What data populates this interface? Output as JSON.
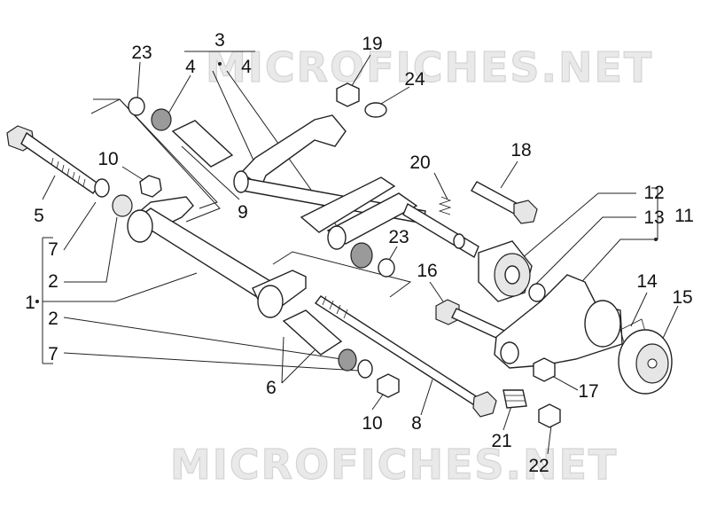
{
  "watermark": {
    "top": "MICROFICHES.NET",
    "bottom": "MICROFICHES.NET"
  },
  "callouts": {
    "n1": "1",
    "n2a": "2",
    "n2b": "2",
    "n3": "3",
    "n4a": "4",
    "n4b": "4",
    "n5": "5",
    "n6": "6",
    "n7a": "7",
    "n7b": "7",
    "n8": "8",
    "n9": "9",
    "n10a": "10",
    "n10b": "10",
    "n11": "11",
    "n12": "12",
    "n13": "13",
    "n14": "14",
    "n15": "15",
    "n16": "16",
    "n17": "17",
    "n18": "18",
    "n19": "19",
    "n20": "20",
    "n21": "21",
    "n22": "22",
    "n23a": "23",
    "n23b": "23",
    "n24": "24"
  }
}
